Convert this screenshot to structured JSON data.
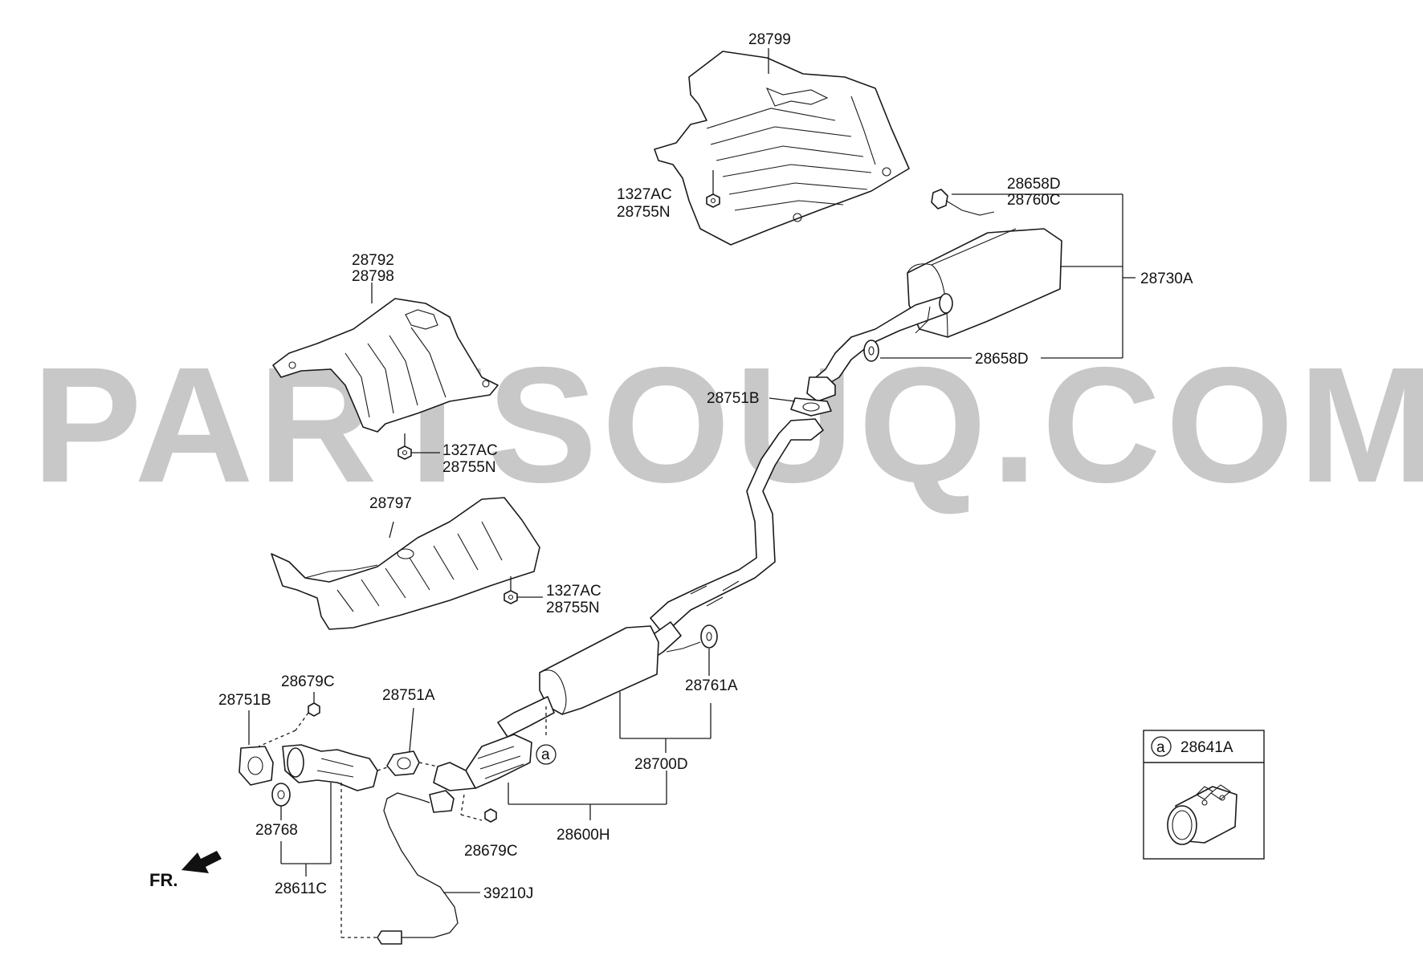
{
  "watermark": "PARTSOUQ.COM",
  "direction_label": "FR.",
  "ref_marker": "a",
  "inset": {
    "ref": "a",
    "part": "28641A"
  },
  "labels": {
    "heat_shield_rear": "28799",
    "nut_top_a": "1327AC",
    "nut_top_b": "28755N",
    "hanger_rear_a": "28658D",
    "hanger_rear_b": "28760C",
    "rear_muffler": "28730A",
    "hanger_rear_lower": "28658D",
    "gasket_rear": "28751B",
    "shield_center_a": "28792",
    "shield_center_b": "28798",
    "nut_mid_a": "1327AC",
    "nut_mid_b": "28755N",
    "shield_front": "28797",
    "nut_front_a": "1327AC",
    "nut_front_b": "28755N",
    "nut_small": "28679C",
    "gasket_front": "28751B",
    "gasket_mid": "28751A",
    "hanger_center": "28761A",
    "center_muffler": "28700D",
    "hanger_front": "28768",
    "front_pipe": "28600H",
    "nut_small_lower": "28679C",
    "manifold": "28611C",
    "o2_sensor": "39210J"
  }
}
